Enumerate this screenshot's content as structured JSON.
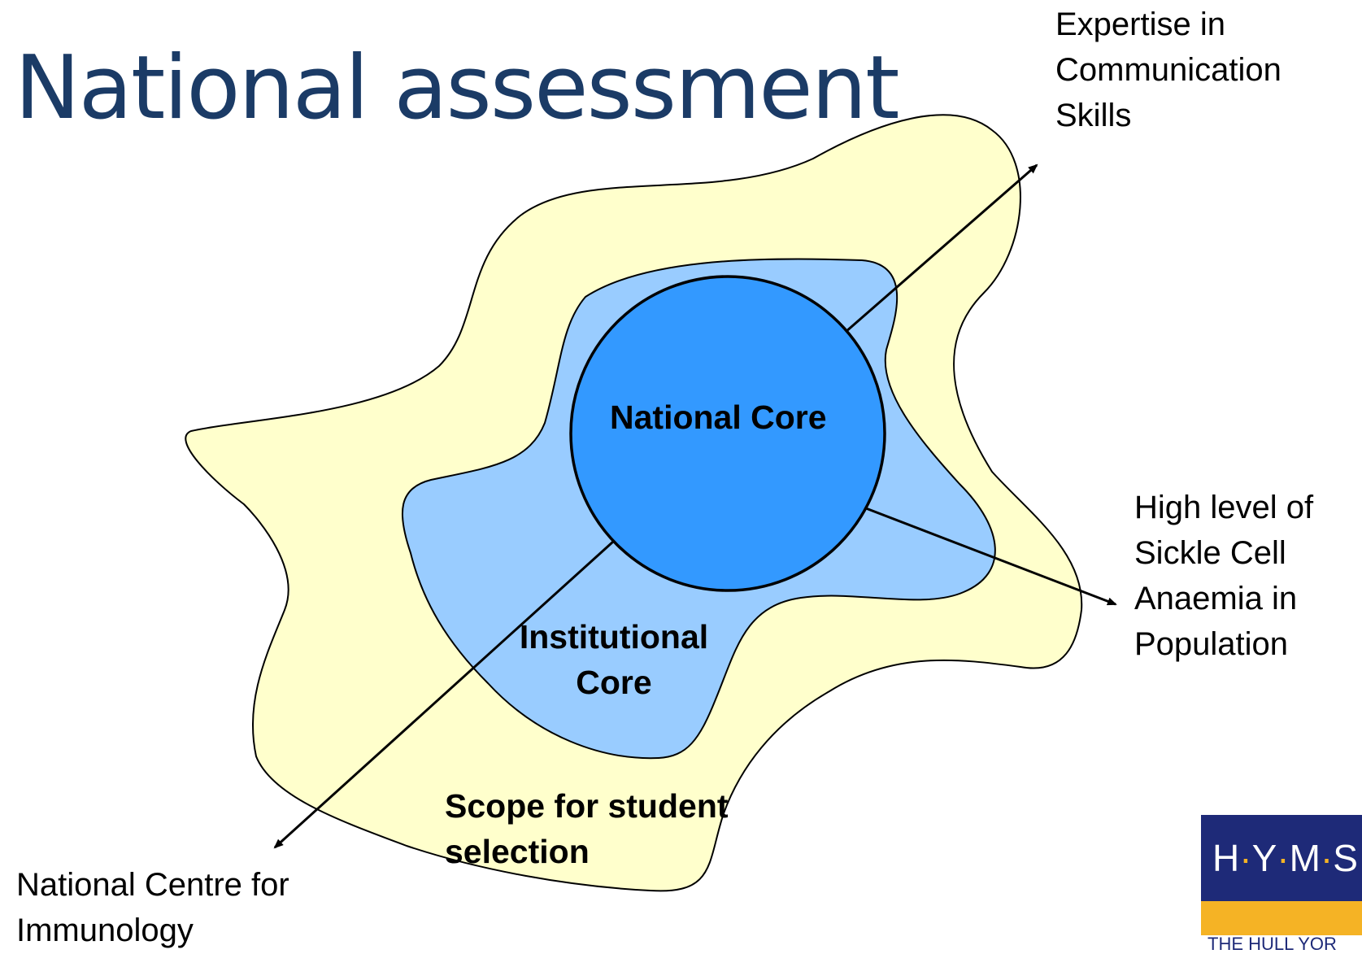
{
  "slide": {
    "title": "National assessment"
  },
  "diagram": {
    "regions": {
      "national_core": "National Core",
      "institutional_core": "Institutional\nCore",
      "student_selection": "Scope for student\nselection"
    },
    "callouts": {
      "communication": "Expertise in\nCommunication\nSkills",
      "sickle_cell": "High level of\nSickle Cell\nAnaemia in\nPopulation",
      "immunology": "National Centre for\nImmunology"
    },
    "colors": {
      "outer_region": "#ffffcc",
      "middle_region": "#99ccff",
      "core_circle": "#3399ff"
    }
  },
  "logo": {
    "letters": [
      "H",
      "Y",
      "M",
      "S"
    ],
    "sep": "·",
    "subtitle": "THE HULL YOR"
  }
}
